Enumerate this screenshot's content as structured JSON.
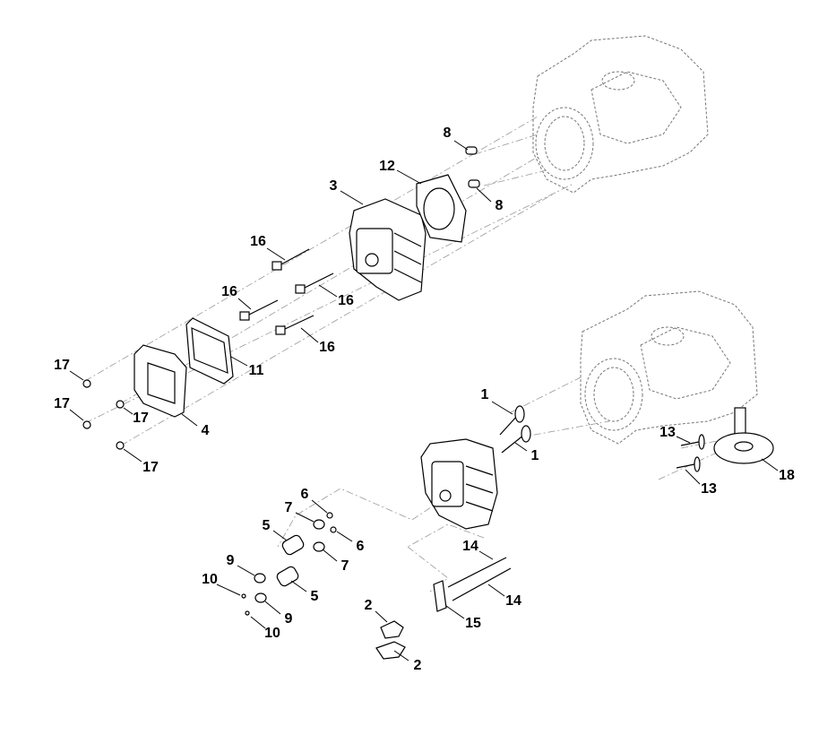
{
  "diagram": {
    "type": "exploded-parts-diagram",
    "callouts": [
      "8",
      "12",
      "3",
      "8",
      "16",
      "16",
      "16",
      "16",
      "11",
      "17",
      "17",
      "17",
      "4",
      "17",
      "1",
      "1",
      "13",
      "13",
      "18",
      "6",
      "7",
      "5",
      "6",
      "7",
      "9",
      "10",
      "5",
      "9",
      "10",
      "14",
      "14",
      "15",
      "2",
      "2"
    ]
  }
}
